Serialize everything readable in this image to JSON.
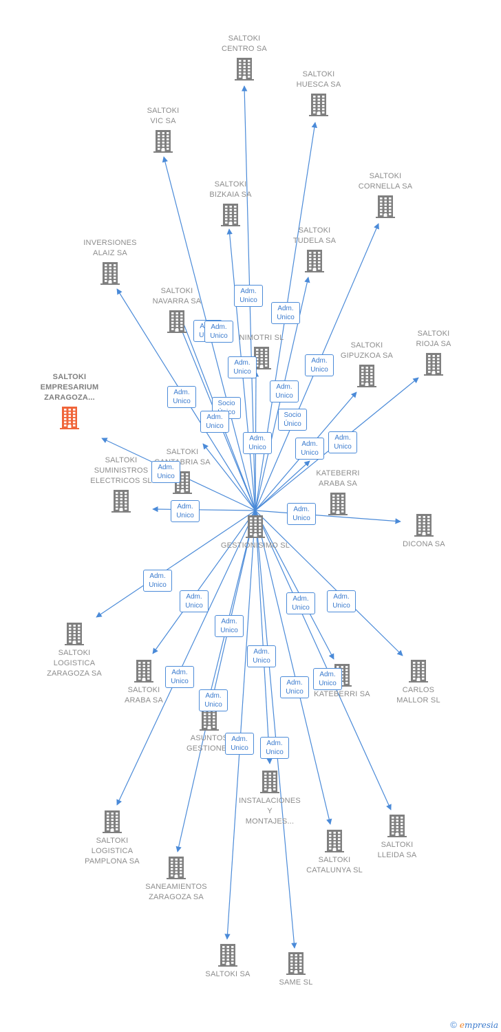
{
  "colors": {
    "building": "#7f7f7f",
    "focus": "#f0653a",
    "edge": "#4a8ad8",
    "badge_text": "#3a7acd",
    "label": "#8c8c8c"
  },
  "hub": "gestionisimo",
  "nodes": [
    {
      "id": "gestionisimo",
      "label": "GESTIONISIMO SL",
      "label_pos": "below",
      "icon": "building-icon"
    },
    {
      "id": "centro",
      "label": "SALTOKI\nCENTRO SA",
      "label_pos": "above",
      "icon": "building-icon"
    },
    {
      "id": "huesca",
      "label": "SALTOKI\nHUESCA SA",
      "label_pos": "above",
      "icon": "building-icon"
    },
    {
      "id": "vic",
      "label": "SALTOKI\nVIC SA",
      "label_pos": "above",
      "icon": "building-icon"
    },
    {
      "id": "cornella",
      "label": "SALTOKI\nCORNELLA SA",
      "label_pos": "above",
      "icon": "building-icon"
    },
    {
      "id": "bizkaia",
      "label": "SALTOKI\nBIZKAIA SA",
      "label_pos": "above",
      "icon": "building-icon"
    },
    {
      "id": "tudela",
      "label": "SALTOKI\nTUDELA SA",
      "label_pos": "above",
      "icon": "building-icon"
    },
    {
      "id": "alaiz",
      "label": "INVERSIONES\nALAIZ SA",
      "label_pos": "above",
      "icon": "building-icon"
    },
    {
      "id": "navarra",
      "label": "SALTOKI\nNAVARRA SA",
      "label_pos": "above",
      "icon": "building-icon"
    },
    {
      "id": "nimotri",
      "label": "NIMOTRI SL",
      "label_pos": "above",
      "icon": "building-icon"
    },
    {
      "id": "rioja",
      "label": "SALTOKI\nRIOJA SA",
      "label_pos": "above",
      "icon": "building-icon"
    },
    {
      "id": "gipuzkoa",
      "label": "SALTOKI\nGIPUZKOA SA",
      "label_pos": "above",
      "icon": "building-icon"
    },
    {
      "id": "empresarium",
      "label": "SALTOKI\nEMPRESARIUM\nZARAGOZA...",
      "label_pos": "above",
      "icon": "building-icon",
      "focus": true
    },
    {
      "id": "cantabria",
      "label": "SALTOKI\nCANTABRIA SA",
      "label_pos": "above",
      "icon": "building-icon"
    },
    {
      "id": "suministros",
      "label": "SALTOKI\nSUMINISTROS\nELECTRICOS SL",
      "label_pos": "above",
      "icon": "building-icon"
    },
    {
      "id": "kateberri_araba",
      "label": "KATEBERRI\nARABA SA",
      "label_pos": "above",
      "icon": "building-icon"
    },
    {
      "id": "dicona",
      "label": "DICONA SA",
      "label_pos": "below",
      "icon": "building-icon"
    },
    {
      "id": "log_zaragoza",
      "label": "SALTOKI\nLOGISTICA\nZARAGOZA SA",
      "label_pos": "below",
      "icon": "building-icon"
    },
    {
      "id": "araba",
      "label": "SALTOKI\nARABA SA",
      "label_pos": "below",
      "icon": "building-icon"
    },
    {
      "id": "kateberri",
      "label": "KATEBERRI SA",
      "label_pos": "below",
      "icon": "building-icon"
    },
    {
      "id": "carlos",
      "label": "CARLOS\nMALLOR SL",
      "label_pos": "below",
      "icon": "building-icon"
    },
    {
      "id": "asuntos",
      "label": "ASUNTOS\nGESTIONES",
      "label_pos": "below",
      "icon": "building-icon"
    },
    {
      "id": "instalaciones",
      "label": "INSTALACIONES\nY\nMONTAJES...",
      "label_pos": "below",
      "icon": "building-icon"
    },
    {
      "id": "log_pamplona",
      "label": "SALTOKI\nLOGISTICA\nPAMPLONA SA",
      "label_pos": "below",
      "icon": "building-icon"
    },
    {
      "id": "lleida",
      "label": "SALTOKI\nLLEIDA SA",
      "label_pos": "below",
      "icon": "building-icon"
    },
    {
      "id": "catalunya",
      "label": "SALTOKI\nCATALUNYA SL",
      "label_pos": "below",
      "icon": "building-icon"
    },
    {
      "id": "saneamientos",
      "label": "SANEAMIENTOS\nZARAGOZA SA",
      "label_pos": "below",
      "icon": "building-icon"
    },
    {
      "id": "saltoki_sa",
      "label": "SALTOKI SA",
      "label_pos": "below",
      "icon": "building-icon"
    },
    {
      "id": "same",
      "label": "SAME SL",
      "label_pos": "below",
      "icon": "building-icon"
    }
  ],
  "edges": [
    {
      "to": "centro",
      "role": "Adm.\nUnico"
    },
    {
      "to": "huesca",
      "role": "Adm.\nUnico"
    },
    {
      "to": "vic",
      "role": "Adm.\nUnico"
    },
    {
      "to": "cornella",
      "role": "Adm.\nUnico"
    },
    {
      "to": "bizkaia",
      "role": "Adm.\nUnico"
    },
    {
      "to": "tudela",
      "role": "Adm.\nUnico"
    },
    {
      "to": "alaiz",
      "role": "Adm.\nUnico"
    },
    {
      "to": "navarra",
      "role": "Adm.\nUnico"
    },
    {
      "to": "nimotri",
      "role": "Socio\nÚnico"
    },
    {
      "to": "rioja",
      "role": "Adm.\nUnico"
    },
    {
      "to": "gipuzkoa",
      "role": "Socio\nÚnico"
    },
    {
      "to": "empresarium",
      "role": "Adm.\nUnico"
    },
    {
      "to": "cantabria",
      "role": "Adm.\nUnico"
    },
    {
      "to": "suministros",
      "role": "Adm.\nUnico"
    },
    {
      "to": "kateberri_araba",
      "role": "Adm.\nUnico"
    },
    {
      "to": "dicona",
      "role": "Adm.\nUnico"
    },
    {
      "to": "log_zaragoza",
      "role": "Adm.\nUnico"
    },
    {
      "to": "araba",
      "role": "Adm.\nUnico"
    },
    {
      "to": "kateberri",
      "role": "Adm.\nUnico"
    },
    {
      "to": "carlos",
      "role": "Adm.\nUnico"
    },
    {
      "to": "asuntos",
      "role": "Adm.\nUnico"
    },
    {
      "to": "instalaciones",
      "role": "Adm.\nUnico"
    },
    {
      "to": "log_pamplona",
      "role": "Adm.\nUnico"
    },
    {
      "to": "lleida",
      "role": "Adm.\nUnico"
    },
    {
      "to": "catalunya",
      "role": "Adm.\nUnico"
    },
    {
      "to": "saneamientos",
      "role": "Adm.\nUnico"
    },
    {
      "to": "saltoki_sa",
      "role": "Adm.\nUnico"
    },
    {
      "to": "same",
      "role": "Adm.\nUnico"
    },
    {
      "to": "vic",
      "role": "Adm.\nUnico"
    }
  ],
  "footer": {
    "copyright": "©",
    "brand_initial": "e",
    "brand_rest": "mpresia"
  }
}
